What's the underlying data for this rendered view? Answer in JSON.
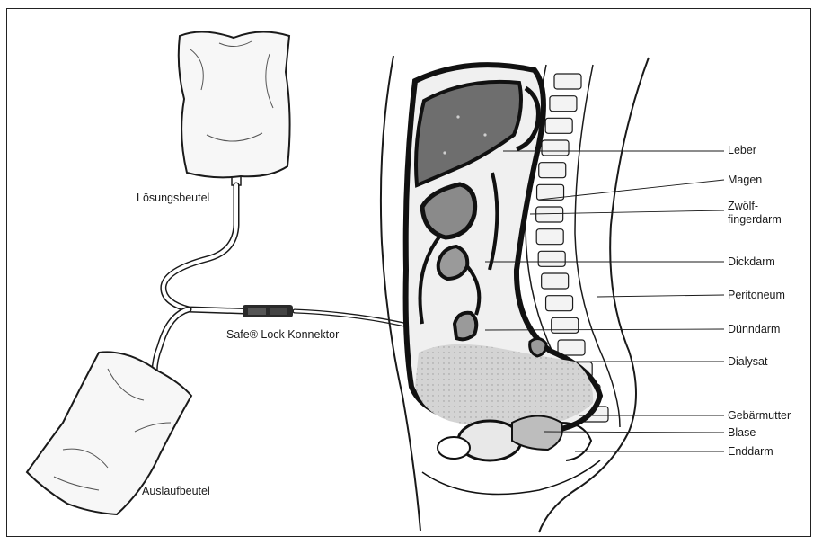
{
  "labels": {
    "solution_bag": "Lösungsbeutel",
    "drain_bag": "Auslaufbeutel",
    "connector": "Safe® Lock Konnektor",
    "liver": "Leber",
    "stomach": "Magen",
    "duodenum_line1": "Zwölf-",
    "duodenum_line2": "fingerdarm",
    "colon": "Dickdarm",
    "peritoneum": "Peritoneum",
    "small_intestine": "Dünndarm",
    "dialysate": "Dialysat",
    "uterus": "Gebärmutter",
    "bladder": "Blase",
    "rectum": "Enddarm"
  },
  "colors": {
    "ink": "#1a1a1a",
    "liver_fill": "#6e6e6e",
    "dialysate_fill": "#c9c9c9",
    "tube": "#ffffff"
  }
}
